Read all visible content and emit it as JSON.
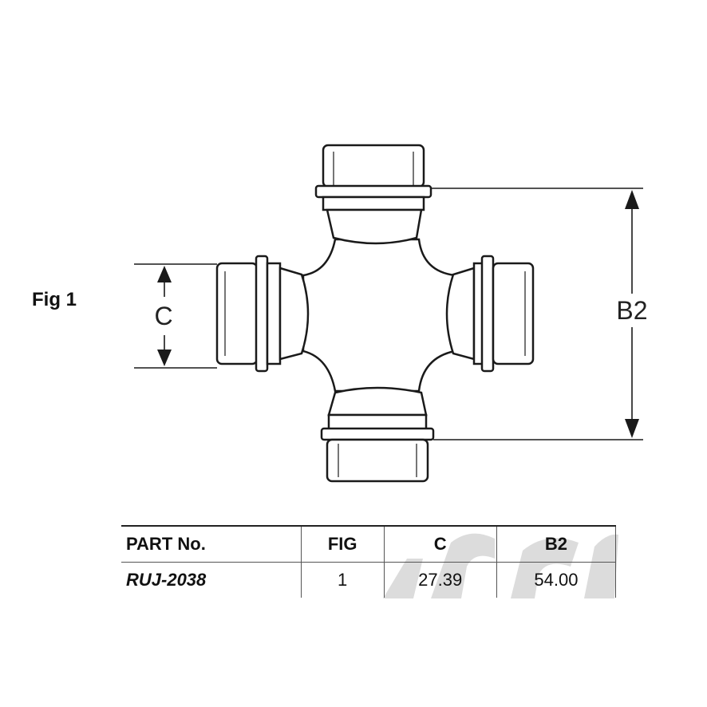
{
  "figure": {
    "label": "Fig 1",
    "dimension_c": "C",
    "dimension_b2": "B2"
  },
  "table": {
    "headers": [
      "PART No.",
      "FIG",
      "C",
      "B2"
    ],
    "rows": [
      {
        "part_no": "RUJ-2038",
        "fig": "1",
        "c": "27.39",
        "b2": "54.00"
      }
    ]
  },
  "colors": {
    "line": "#1a1a1a",
    "watermark": "#d9d9d9"
  }
}
